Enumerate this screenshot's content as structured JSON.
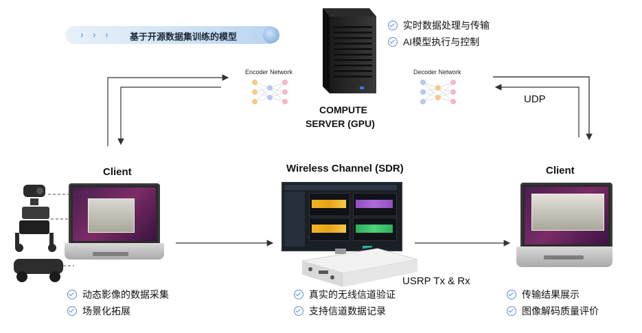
{
  "banner": {
    "title": "基于开源数据集训练的模型",
    "chevrons": "› › ›"
  },
  "server": {
    "line1": "COMPUTE",
    "line2": "SERVER (GPU)",
    "features": [
      "实时数据处理与传输",
      "AI模型执行与控制"
    ]
  },
  "encoder_label": "Encoder Network",
  "decoder_label": "Decoder Network",
  "udp_label": "UDP",
  "client_left": {
    "title": "Client",
    "features": [
      "动态影像的数据采集",
      "场景化拓展"
    ]
  },
  "channel": {
    "title": "Wireless Channel (SDR)",
    "device_label": "USRP Tx & Rx",
    "features": [
      "真实的无线信道验证",
      "支持信道数据记录"
    ]
  },
  "client_right": {
    "title": "Client",
    "features": [
      "传输结果展示",
      "图像解码质量评价"
    ]
  },
  "colors": {
    "accent_blue": "#5a8fd0",
    "banner": "#cfe2f4",
    "arrow": "#333333"
  }
}
